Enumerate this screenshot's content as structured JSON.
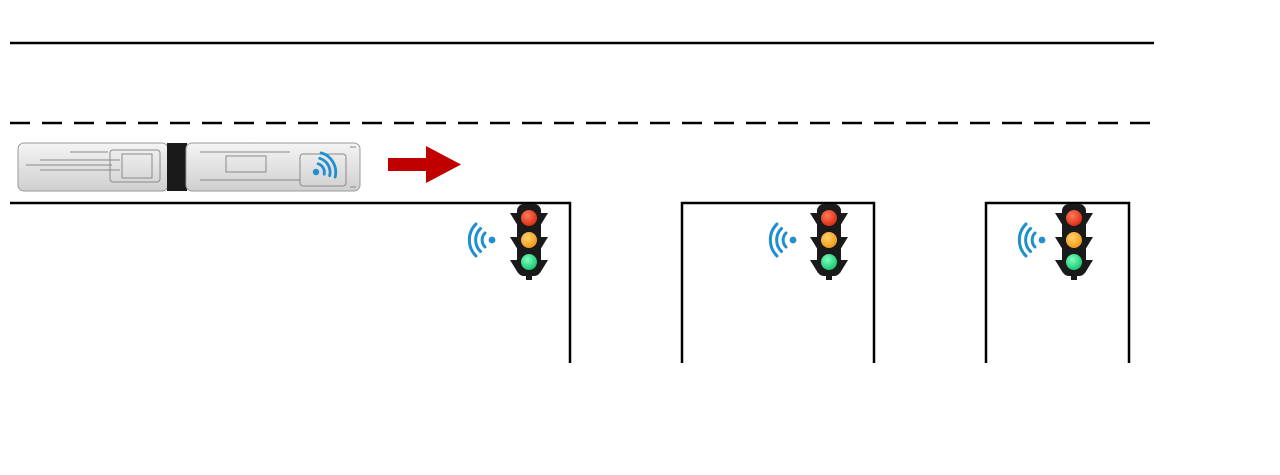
{
  "diagram": {
    "road": {
      "line_color": "#000000",
      "lanes": 2
    },
    "vehicle": {
      "type": "articulated-bus",
      "direction": "right",
      "body_color": "#e6e6e6",
      "joint_color": "#1a1a1a",
      "has_wireless": true
    },
    "direction_arrow": {
      "color": "#c00000",
      "icon": "arrow-right-icon"
    },
    "wireless_icon": {
      "color": "#1f8fd0",
      "icon": "wifi-signal-icon"
    },
    "intersections": [
      {
        "traffic_light": {
          "housing_color": "#1a1a1a",
          "lights": [
            "#e23a1e",
            "#f4a31f",
            "#1fd17a"
          ]
        },
        "has_wireless": true
      },
      {
        "traffic_light": {
          "housing_color": "#1a1a1a",
          "lights": [
            "#e23a1e",
            "#f4a31f",
            "#1fd17a"
          ]
        },
        "has_wireless": true
      },
      {
        "traffic_light": {
          "housing_color": "#1a1a1a",
          "lights": [
            "#e23a1e",
            "#f4a31f",
            "#1fd17a"
          ]
        },
        "has_wireless": true
      }
    ]
  }
}
